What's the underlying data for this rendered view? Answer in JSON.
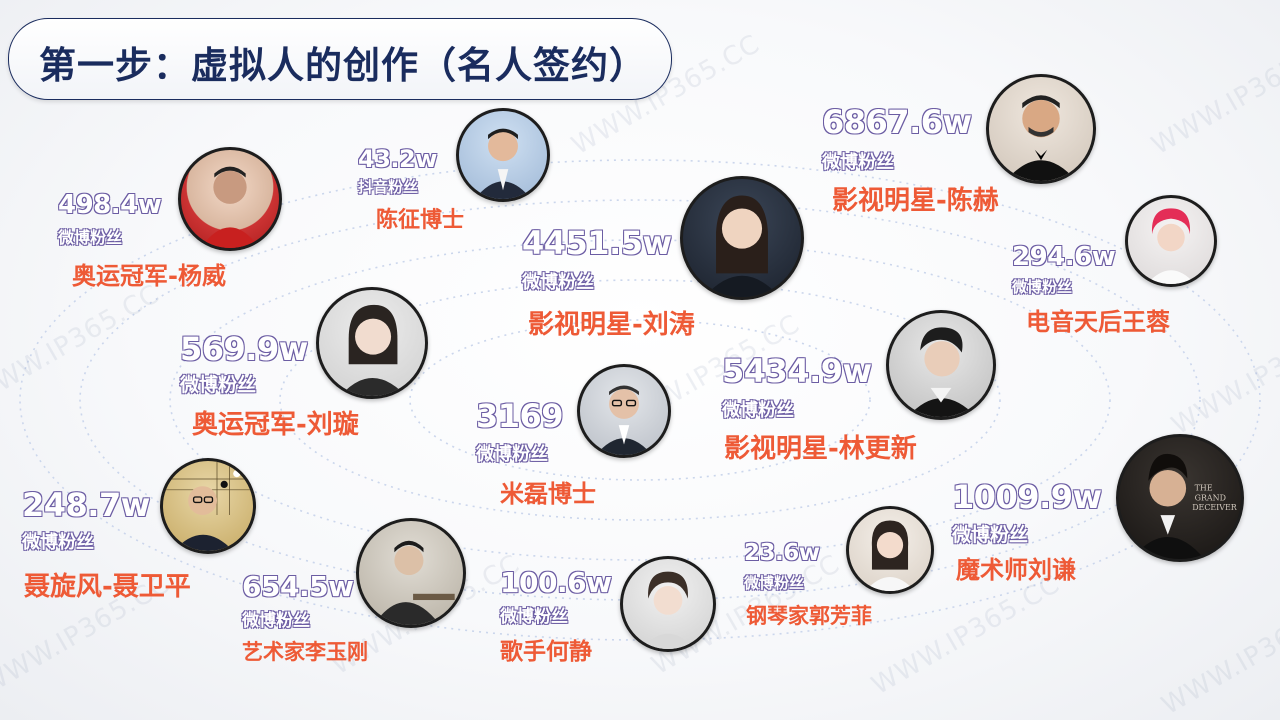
{
  "title": "第一步：虚拟人的创作（名人签约）",
  "watermark_text": "WWW.IP365.CC",
  "celebrities": [
    {
      "fans": "498.4w",
      "platform": "微博粉丝",
      "name": "奥运冠军-杨威"
    },
    {
      "fans": "43.2w",
      "platform": "抖音粉丝",
      "name": "陈征博士"
    },
    {
      "fans": "6867.6w",
      "platform": "微博粉丝",
      "name": "影视明星-陈赫"
    },
    {
      "fans": "4451.5w",
      "platform": "微博粉丝",
      "name": "影视明星-刘涛"
    },
    {
      "fans": "294.6w",
      "platform": "微博粉丝",
      "name": "电音天后王蓉"
    },
    {
      "fans": "569.9w",
      "platform": "微博粉丝",
      "name": "奥运冠军-刘璇"
    },
    {
      "fans": "5434.9w",
      "platform": "微博粉丝",
      "name": "影视明星-林更新"
    },
    {
      "fans": "3169",
      "platform": "微博粉丝",
      "name": "米磊博士"
    },
    {
      "fans": "248.7w",
      "platform": "微博粉丝",
      "name": "聂旋风-聂卫平"
    },
    {
      "fans": "1009.9w",
      "platform": "微博粉丝",
      "name": "魔术师刘谦"
    },
    {
      "fans": "654.5w",
      "platform": "微博粉丝",
      "name": "艺术家李玉刚"
    },
    {
      "fans": "100.6w",
      "platform": "微博粉丝",
      "name": "歌手何静"
    },
    {
      "fans": "23.6w",
      "platform": "微博粉丝",
      "name": "钢琴家郭芳菲"
    }
  ],
  "colors": {
    "title": "#1a2c5e",
    "name": "#ee5a36",
    "fans_outline": "#6d5ea4",
    "orbit": "#cbd6ec"
  }
}
